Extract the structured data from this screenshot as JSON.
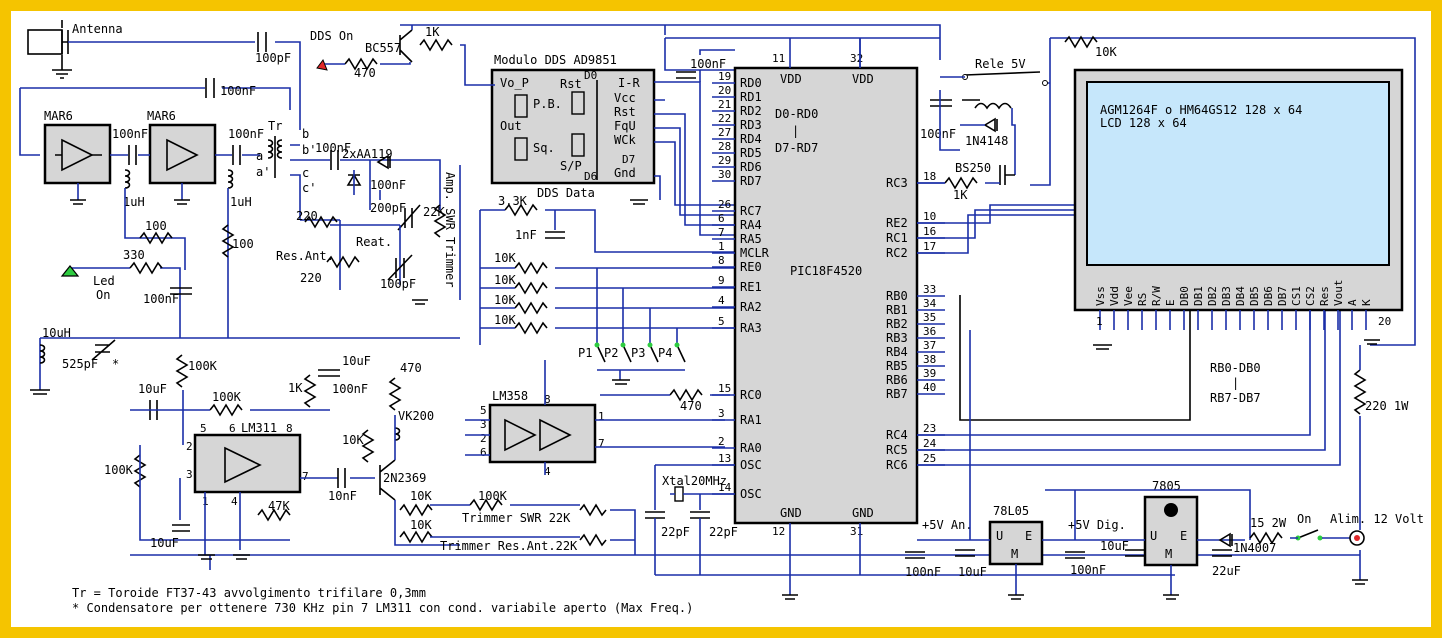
{
  "title_notes": {
    "note1": "Tr = Toroide FT37-43 avvolgimento trifilare 0,3mm",
    "note2": "* Condensatore per ottenere 730 KHz pin 7 LM311 con cond. variabile aperto (Max Freq.)"
  },
  "mcu": {
    "name": "PIC18F4520",
    "vdd": "VDD",
    "gnd": "GND",
    "bus_label_top": "D0-RD0",
    "bus_label_sep": "|",
    "bus_label_bottom": "D7-RD7",
    "left_pins": [
      {
        "num": "19",
        "name": "RD0"
      },
      {
        "num": "20",
        "name": "RD1"
      },
      {
        "num": "21",
        "name": "RD2"
      },
      {
        "num": "22",
        "name": "RD3"
      },
      {
        "num": "27",
        "name": "RD4"
      },
      {
        "num": "28",
        "name": "RD5"
      },
      {
        "num": "29",
        "name": "RD6"
      },
      {
        "num": "30",
        "name": "RD7"
      },
      {
        "num": "26",
        "name": "RC7"
      },
      {
        "num": "6",
        "name": "RA4"
      },
      {
        "num": "7",
        "name": "RA5"
      },
      {
        "num": "1",
        "name": "MCLR"
      },
      {
        "num": "8",
        "name": "RE0"
      },
      {
        "num": "9",
        "name": "RE1"
      },
      {
        "num": "4",
        "name": "RA2"
      },
      {
        "num": "5",
        "name": "RA3"
      },
      {
        "num": "15",
        "name": "RC0"
      },
      {
        "num": "3",
        "name": "RA1"
      },
      {
        "num": "2",
        "name": "RA0"
      },
      {
        "num": "13",
        "name": "OSC"
      },
      {
        "num": "14",
        "name": "OSC"
      }
    ],
    "right_pins": [
      {
        "num": "18",
        "name": "RC3"
      },
      {
        "num": "10",
        "name": "RE2"
      },
      {
        "num": "16",
        "name": "RC1"
      },
      {
        "num": "17",
        "name": "RC2"
      },
      {
        "num": "33",
        "name": "RB0"
      },
      {
        "num": "34",
        "name": "RB1"
      },
      {
        "num": "35",
        "name": "RB2"
      },
      {
        "num": "36",
        "name": "RB3"
      },
      {
        "num": "37",
        "name": "RB4"
      },
      {
        "num": "38",
        "name": "RB5"
      },
      {
        "num": "39",
        "name": "RB6"
      },
      {
        "num": "40",
        "name": "RB7"
      },
      {
        "num": "23",
        "name": "RC4"
      },
      {
        "num": "24",
        "name": "RC5"
      },
      {
        "num": "25",
        "name": "RC6"
      }
    ],
    "pin_vdd1": "11",
    "pin_vdd2": "32",
    "pin_gnd1": "12",
    "pin_gnd2": "31"
  },
  "dds": {
    "title": "Modulo DDS AD9851",
    "sub": "DDS Data",
    "left": [
      "Vo_P",
      "Out"
    ],
    "pb": "P.B.",
    "sq": "Sq.",
    "d0": "D0",
    "d7": "D7",
    "d6": "D6",
    "rst": "Rst",
    "sp": "S/P",
    "right": [
      "I-R",
      "Vcc",
      "Rst",
      "FqU",
      "WCk",
      "Gnd"
    ]
  },
  "lcd": {
    "line1": "AGM1264F o HM64GS12 128 x 64",
    "line2": "LCD 128 x 64",
    "pins": [
      "Vss",
      "Vdd",
      "Vee",
      "RS",
      "R/W",
      "E",
      "DB0",
      "DB1",
      "DB2",
      "DB3",
      "DB4",
      "DB5",
      "DB6",
      "DB7",
      "CS1",
      "CS2",
      "Res",
      "Vout",
      "A",
      "K"
    ],
    "pin1": "1",
    "pin20": "20"
  },
  "labels": {
    "antenna": "Antenna",
    "dds_on": "DDS On",
    "bc557": "BC557",
    "r1k_top": "1K",
    "r470_top": "470",
    "c100pf_top": "100pF",
    "c100nf_top": "100nF",
    "mar6a": "MAR6",
    "mar6b": "MAR6",
    "c100nf_a": "100nF",
    "c100nf_b": "100nF",
    "c100nf_c": "100nF",
    "l1uh_a": "1uH",
    "l1uh_b": "1uH",
    "tr": "Tr",
    "ta": "a",
    "tap": "a'",
    "tb": "b",
    "tbp": "b'",
    "tc": "c",
    "tcp": "c'",
    "diodes": "2xAA119",
    "c100nf_d": "100nF",
    "c200pf": "200pF",
    "r22k": "22K",
    "amp_swr": "Amp. SWR Trimmer",
    "r220_a": "220",
    "res_ant": "Res.Ant.",
    "r220_b": "220",
    "reat": "Reat.",
    "c100pf_b": "100pF",
    "r100_a": "100",
    "r100_b": "100",
    "r330": "330",
    "led": "Led",
    "led_on": "On",
    "c100nf_e": "100nF",
    "l10uh": "10uH",
    "c525pf": "525pF",
    "star": "*",
    "r100k_a": "100K",
    "c10uf_a": "10uF",
    "r100k_b": "100K",
    "r1k_b": "1K",
    "c10uf_b": "10uF",
    "c100nf_f": "100nF",
    "r470_b": "470",
    "vk200": "VK200",
    "r10k_a": "10K",
    "lm311": "LM311",
    "lm311_pins": [
      "5",
      "6",
      "8",
      "2",
      "3",
      "1",
      "4",
      "7"
    ],
    "r100k_c": "100K",
    "r47k": "47K",
    "c10nf": "10nF",
    "q2n2369": "2N2369",
    "c10uf_c": "10uF",
    "lm358": "LM358",
    "lm358_pins": [
      "5",
      "8",
      "3",
      "2",
      "6",
      "4",
      "1",
      "7"
    ],
    "r470_c": "470",
    "r10k_b": "10K",
    "r10k_c": "10K",
    "r100k_d": "100K",
    "trim_swr": "Trimmer SWR 22K",
    "trim_res": "Trimmer Res.Ant.22K",
    "r33k": "3.3K",
    "c1nf": "1nF",
    "r10k_list": [
      "10K",
      "10K",
      "10K",
      "10K"
    ],
    "buttons": [
      "P1",
      "P2",
      "P3",
      "P4"
    ],
    "xtal": "Xtal20MHz",
    "c22pf_a": "22pF",
    "c22pf_b": "22pF",
    "rele": "Rele 5V",
    "r10k_top": "10K",
    "c100nf_g": "100nF",
    "d1n4148": "1N4148",
    "bs250": "BS250",
    "r1k_c": "1K",
    "rb_bus_top": "RB0-DB0",
    "rb_bus_sep": "|",
    "rb_bus_bottom": "RB7-DB7",
    "r220_1w": "220 1W",
    "v5_an": "+5V An.",
    "v5_dig": "+5V Dig.",
    "reg78l05": "78L05",
    "reg7805": "7805",
    "u": "U",
    "e": "E",
    "m": "M",
    "c100nf_h": "100nF",
    "c10uf_d": "10uF",
    "c100nf_i": "100nF",
    "c10uf_e": "10uF",
    "c22uf": "22uF",
    "d1n4007": "1N4007",
    "r15_2w": "15 2W",
    "sw_on": "On",
    "alim": "Alim. 12 Volt"
  },
  "colors": {
    "frame": "#f5c400",
    "wire": "#1a2fa8",
    "lcd": "#c6e7fb",
    "chip": "#d6d6d6",
    "led": "#2ecc40"
  }
}
